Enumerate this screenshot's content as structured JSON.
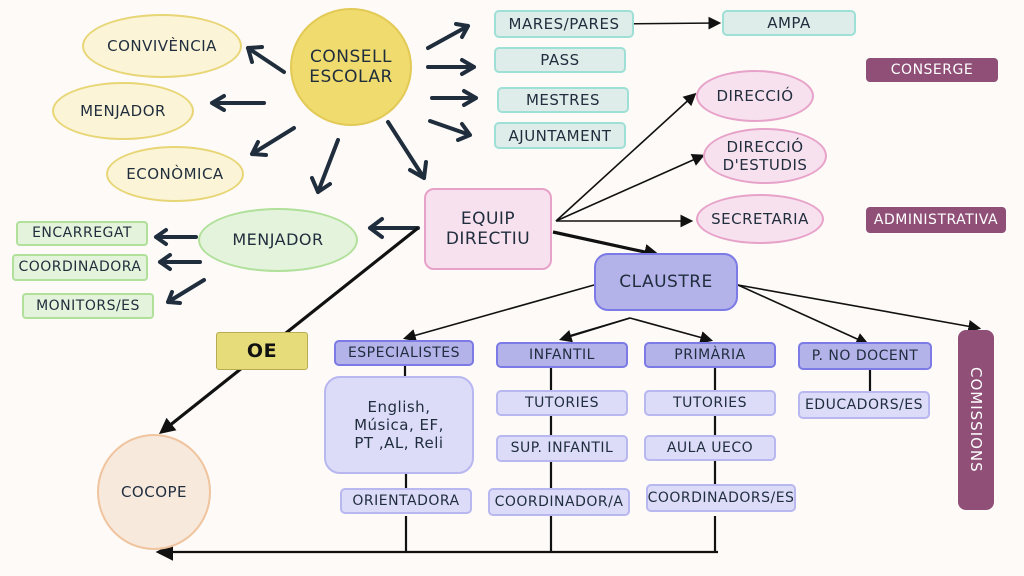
{
  "consell_escolar": {
    "label": "CONSELL\nESCOLAR",
    "commissions": [
      "CONVIVÈNCIA",
      "MENJADOR",
      "ECONÒMICA"
    ],
    "members": [
      "MARES/PARES",
      "PASS",
      "MESTRES",
      "AJUNTAMENT"
    ]
  },
  "ampa": "AMPA",
  "staff": {
    "conserge": "CONSERGE",
    "administrativa": "ADMINISTRATIVA"
  },
  "equip_directiu": {
    "label": "EQUIP\nDIRECTIU",
    "roles": [
      "DIRECCIÓ",
      "DIRECCIÓ\nD'ESTUDIS",
      "SECRETARIA"
    ]
  },
  "menjador": {
    "label": "MENJADOR",
    "items": [
      "ENCARREGAT",
      "COORDINADORA",
      "MONITORS/ES"
    ]
  },
  "oe": "OE",
  "cocope": "COCOPE",
  "claustre": {
    "label": "CLAUSTRE",
    "especialistes": {
      "label": "ESPECIALISTES",
      "subjects": "English,\nMúsica, EF,\nPT ,AL, Reli",
      "orientadora": "ORIENTADORA"
    },
    "infantil": {
      "label": "INFANTIL",
      "items": [
        "TUTORIES",
        "SUP. INFANTIL",
        "COORDINADOR/A"
      ]
    },
    "primaria": {
      "label": "PRIMÀRIA",
      "items": [
        "TUTORIES",
        "AULA UECO",
        "COORDINADORS/ES"
      ]
    },
    "no_docent": {
      "label": "P. NO DOCENT",
      "items": [
        "EDUCADORS/ES"
      ]
    },
    "comissions": "COMISSIONS"
  }
}
